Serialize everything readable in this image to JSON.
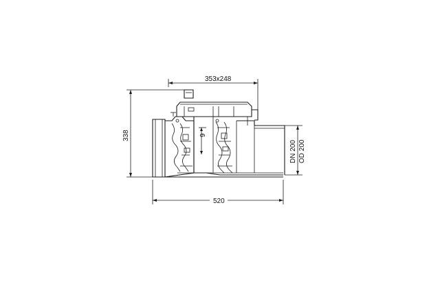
{
  "drawing": {
    "dims": {
      "grid_size": "353x248",
      "height": "338",
      "length": "520",
      "seal_height": "9",
      "dn": "DN 200",
      "od": "OD 200"
    }
  }
}
